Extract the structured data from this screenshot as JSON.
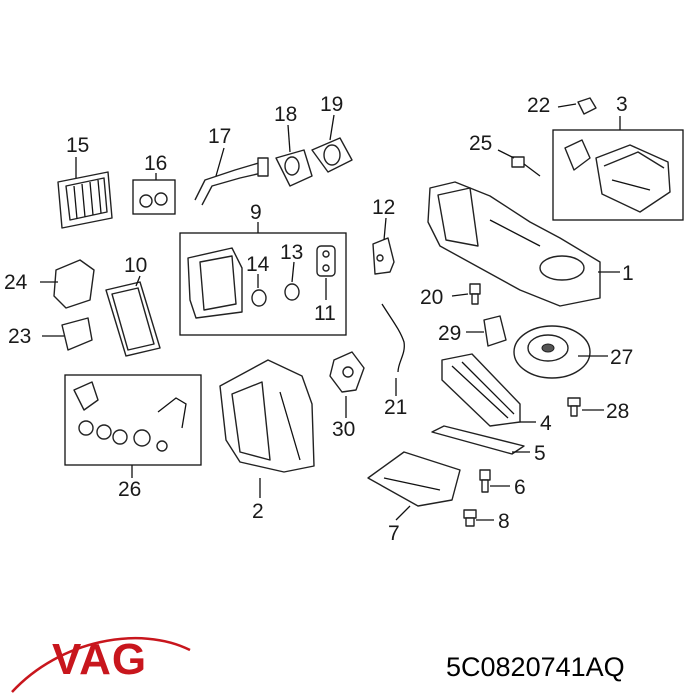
{
  "diagram": {
    "callouts": [
      "1",
      "2",
      "3",
      "4",
      "5",
      "6",
      "7",
      "8",
      "9",
      "10",
      "11",
      "12",
      "13",
      "14",
      "15",
      "16",
      "17",
      "18",
      "19",
      "20",
      "21",
      "22",
      "23",
      "24",
      "25",
      "26",
      "27",
      "28",
      "29",
      "30"
    ]
  },
  "brand": {
    "logo_text": "VAG",
    "logo_color": "#c8161d"
  },
  "part_number": "5C0820741AQ"
}
